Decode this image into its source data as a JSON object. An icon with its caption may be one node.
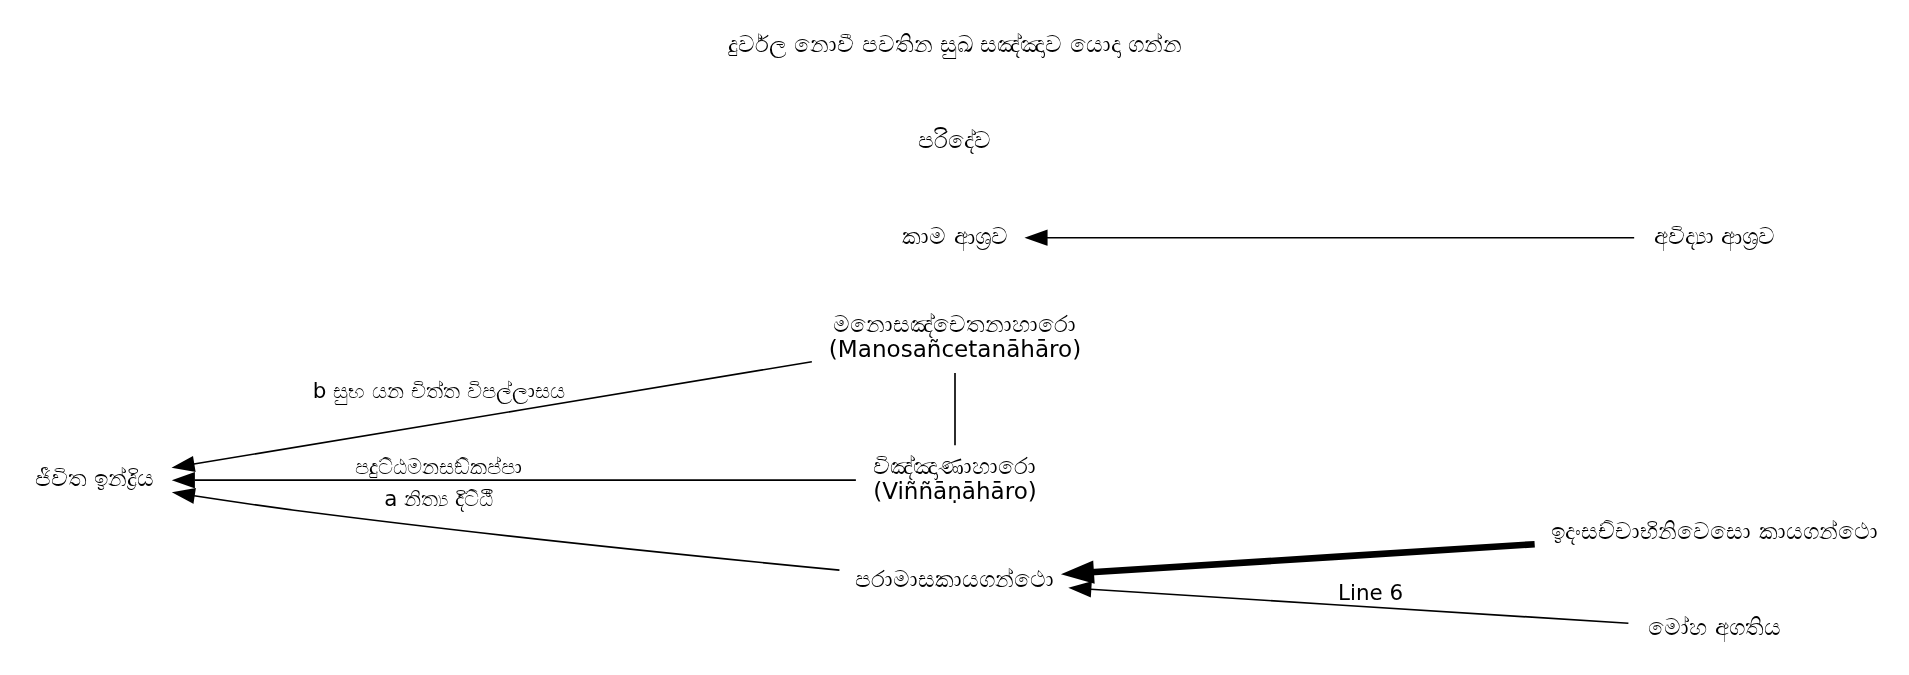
{
  "diagram": {
    "nodes": [
      {
        "text": [
          "මනොසඤ්චෙතනාහාරො",
          "(Manosañcetanāhāro)"
        ]
      },
      {
        "text": [
          "විඤ්ඤාණාහාරො",
          "(Viññāṇāhāro)"
        ]
      },
      {
        "text": [
          "ජීවිත ඉන්ද්‍රිය"
        ]
      },
      {
        "text": [
          "පරාමාසකායගන්ථො"
        ]
      },
      {
        "text": [
          "ඉදංසච්චාභිනිවෙසො කායගන්ථො"
        ]
      },
      {
        "text": [
          "කාම ආශ්‍රව"
        ]
      },
      {
        "text": [
          "අවිද්‍යා ආශ්‍රව"
        ]
      },
      {
        "text": [
          "මෝහ අගතිය"
        ]
      }
    ],
    "edges": [
      {
        "from": 0,
        "to": 1,
        "arrow": "none"
      },
      {
        "from": 0,
        "to": 2,
        "arrow": "to",
        "label": "b සුභ යන චිත්ත විපල්ලාසය"
      },
      {
        "from": 1,
        "to": 2,
        "arrow": "to",
        "label": "පදුට්ඨමනසඞ්කප්පා"
      },
      {
        "from": 3,
        "to": 2,
        "arrow": "to",
        "label": "a නිත්‍ය දිට්ඨී"
      },
      {
        "from": 4,
        "to": 3,
        "arrow": "to",
        "style": "thick"
      },
      {
        "from": 7,
        "to": 3,
        "arrow": "to",
        "label": "Line 6"
      },
      {
        "from": 6,
        "to": 5,
        "arrow": "to"
      }
    ],
    "labels": [
      "පරිදේව",
      "දුර්වල නොවී පවතින සුඛ සඤ්ඤාව යොදා ගන්න"
    ]
  }
}
